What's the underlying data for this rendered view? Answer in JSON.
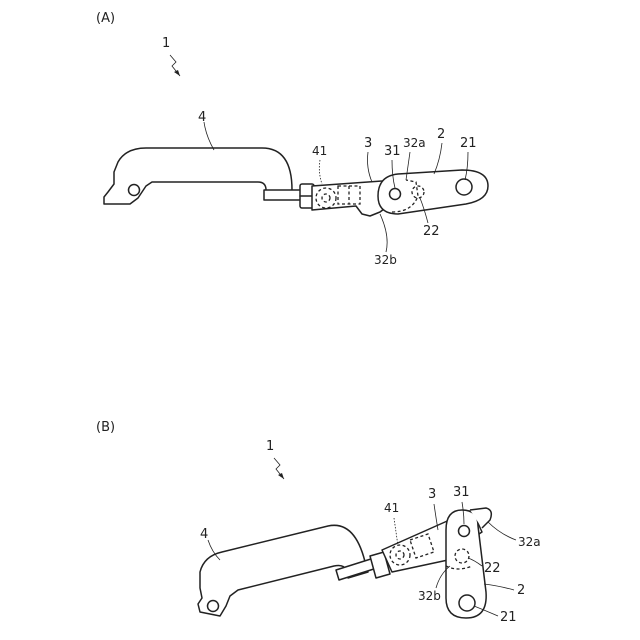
{
  "panels": [
    {
      "id": "A",
      "heading": "(A)",
      "labels": {
        "assembly": "1",
        "arm": "4",
        "adjuster": "41",
        "link": "3",
        "pin": "31",
        "notch_a": "32a",
        "bracket": "2",
        "hole": "21",
        "cam": "22",
        "notch_b": "32b"
      }
    },
    {
      "id": "B",
      "heading": "(B)",
      "labels": {
        "assembly": "1",
        "arm": "4",
        "adjuster": "41",
        "link": "3",
        "pin": "31",
        "notch_a": "32a",
        "bracket": "2",
        "hole": "21",
        "cam": "22",
        "notch_b": "32b"
      }
    }
  ],
  "colors": {
    "line": "#222222",
    "background": "#ffffff"
  }
}
